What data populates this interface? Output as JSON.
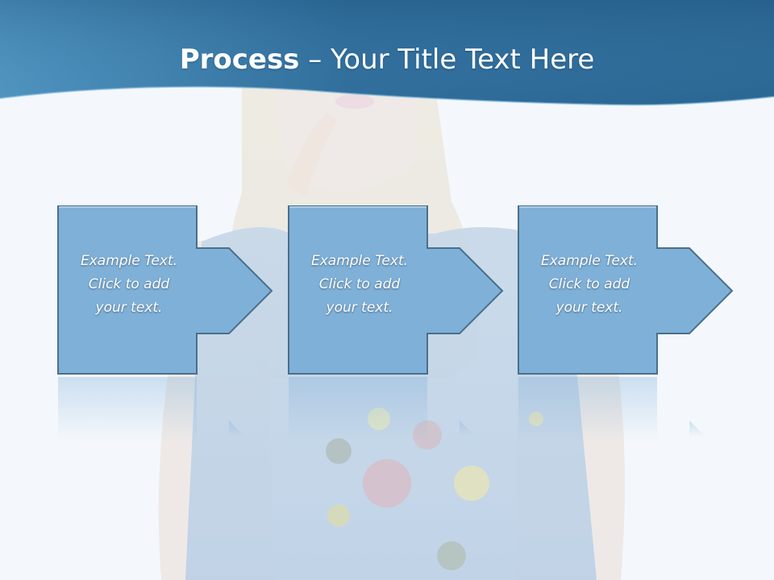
{
  "slide": {
    "title_bold": "Process",
    "title_rest": " – Your Title Text Here",
    "steps": [
      {
        "line1": "Example Text.",
        "line2": "Click  to add",
        "line3": "your text."
      },
      {
        "line1": "Example Text.",
        "line2": "Click  to add",
        "line3": "your text."
      },
      {
        "line1": "Example Text.",
        "line2": "Click  to add",
        "line3": "your text."
      }
    ]
  },
  "colors": {
    "header_blue": "#2e6f9e",
    "box_fill": "#7fb0d8",
    "box_stroke": "#4a6f8c",
    "background": "#f4f8fc"
  }
}
